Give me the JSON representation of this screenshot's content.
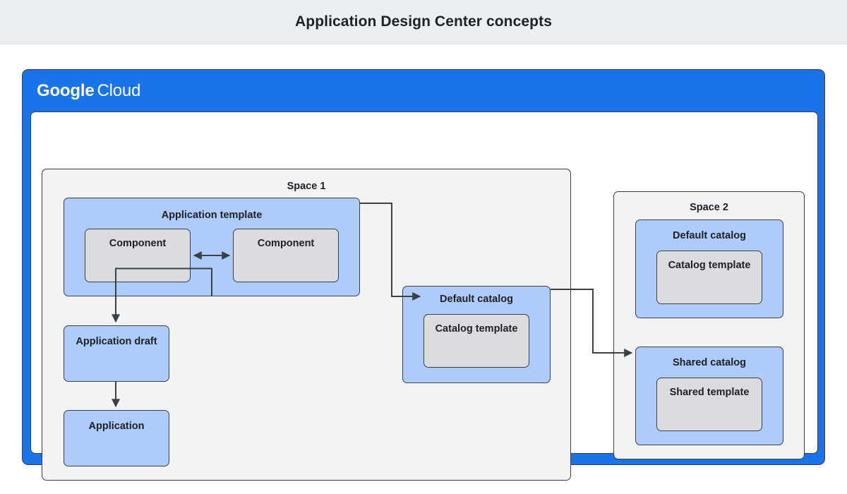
{
  "header": {
    "title": "Application Design Center concepts"
  },
  "diagram": {
    "cloud_frame": {
      "brand_primary": "Google",
      "brand_secondary": "Cloud",
      "color": "#1a73e8"
    },
    "spaces": [
      {
        "id": "space1",
        "label": "Space 1",
        "nodes": [
          {
            "id": "app-template",
            "label": "Application template",
            "kind": "blue",
            "children": [
              {
                "id": "component-left",
                "label": "Component",
                "kind": "gray"
              },
              {
                "id": "component-right",
                "label": "Component",
                "kind": "gray"
              }
            ]
          },
          {
            "id": "app-draft",
            "label": "Application draft",
            "kind": "blue"
          },
          {
            "id": "application",
            "label": "Application",
            "kind": "blue"
          },
          {
            "id": "default-catalog-1",
            "label": "Default catalog",
            "kind": "blue",
            "children": [
              {
                "id": "catalog-template-1",
                "label": "Catalog template",
                "kind": "gray"
              }
            ]
          }
        ]
      },
      {
        "id": "space2",
        "label": "Space 2",
        "nodes": [
          {
            "id": "default-catalog-2",
            "label": "Default catalog",
            "kind": "blue",
            "children": [
              {
                "id": "catalog-template-2",
                "label": "Catalog template",
                "kind": "gray"
              }
            ]
          },
          {
            "id": "shared-catalog",
            "label": "Shared catalog",
            "kind": "blue",
            "children": [
              {
                "id": "shared-template",
                "label": "Shared template",
                "kind": "gray"
              }
            ]
          }
        ]
      }
    ],
    "connectors": [
      {
        "id": "component-link",
        "from": "component-left",
        "to": "component-right",
        "arrow": "both"
      },
      {
        "id": "template-to-draft",
        "from": "app-template",
        "to": "app-draft",
        "arrow": "end"
      },
      {
        "id": "draft-to-application",
        "from": "app-draft",
        "to": "application",
        "arrow": "end"
      },
      {
        "id": "template-to-catalog",
        "from": "app-template",
        "to": "catalog-template-1",
        "arrow": "end"
      },
      {
        "id": "catalog-to-shared",
        "from": "default-catalog-1",
        "to": "shared-catalog",
        "arrow": "end"
      }
    ]
  },
  "colors": {
    "header_bg": "#eceff1",
    "cloud_blue": "#1a73e8",
    "node_blue": "#aecbfa",
    "node_gray": "#dadce0",
    "space_bg": "#f1f3f4",
    "stroke": "#3c4043",
    "text": "#202124"
  }
}
